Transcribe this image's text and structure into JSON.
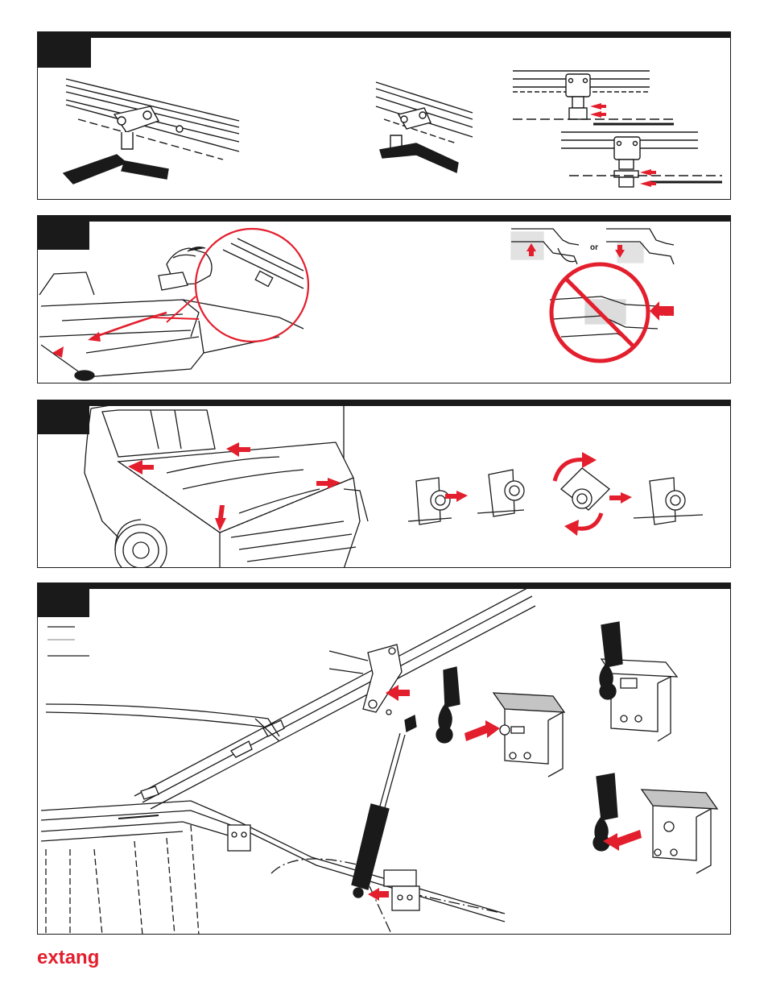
{
  "panels": [
    {
      "id": "step-1"
    },
    {
      "id": "step-2",
      "labels": {
        "or": "or",
        "not": "Not"
      }
    },
    {
      "id": "step-3"
    },
    {
      "id": "step-4"
    }
  ],
  "brand": {
    "logo_text": "extang",
    "accent": "#e31e2d"
  },
  "colors": {
    "ink": "#1a1a1a",
    "red": "#e31e2d",
    "gray": "#9a9a9a"
  }
}
